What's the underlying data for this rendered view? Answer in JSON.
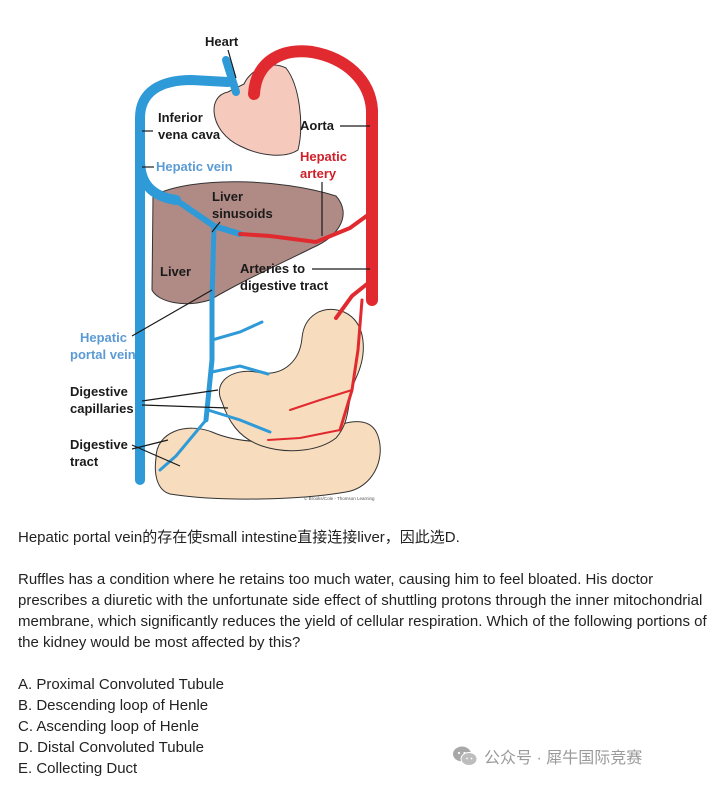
{
  "figure": {
    "labels": {
      "heart": "Heart",
      "inferior_vena_cava_1": "Inferior",
      "inferior_vena_cava_2": "vena cava",
      "aorta": "Aorta",
      "hepatic_vein": "Hepatic vein",
      "hepatic_artery_1": "Hepatic",
      "hepatic_artery_2": "artery",
      "liver_sinusoids_1": "Liver",
      "liver_sinusoids_2": "sinusoids",
      "liver": "Liver",
      "arteries_digestive_1": "Arteries to",
      "arteries_digestive_2": "digestive tract",
      "hepatic_portal_vein_1": "Hepatic",
      "hepatic_portal_vein_2": "portal vein",
      "digestive_capillaries_1": "Digestive",
      "digestive_capillaries_2": "capillaries",
      "digestive_tract_1": "Digestive",
      "digestive_tract_2": "tract",
      "copyright": "© Brooks/Cole - Thomson Learning"
    },
    "colors": {
      "vein": "#2f9ad8",
      "artery": "#e02a2f",
      "liver": "#b08a84",
      "heart": "#f6c9bd",
      "intestine": "#f7dcbd"
    }
  },
  "text": {
    "answer_line": "Hepatic portal vein的存在使small intestine直接连接liver，因此选D.",
    "question": "Ruffles has a condition where he retains too much water, causing him to feel bloated. His doctor prescribes a diuretic with the unfortunate side effect of shuttling protons through the inner mitochondrial membrane, which significantly reduces the yield of cellular respiration. Which of the following portions of the kidney would be most affected by this?",
    "options": [
      "A. Proximal Convoluted Tubule",
      "B. Descending loop of Henle",
      "C. Ascending loop of Henle",
      "D. Distal Convoluted Tubule",
      "E. Collecting Duct"
    ]
  },
  "watermark": {
    "text": "公众号 · 犀牛国际竞赛",
    "icon": "wechat-icon"
  }
}
